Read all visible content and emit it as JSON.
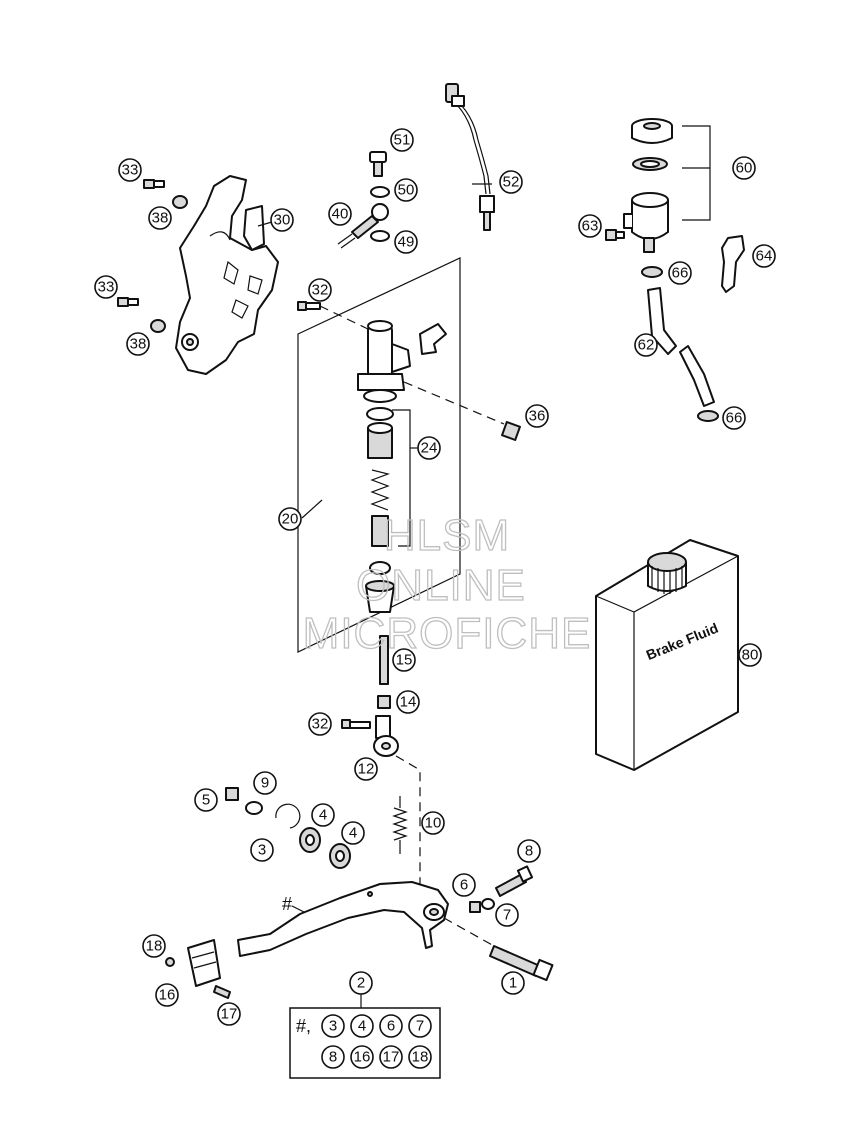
{
  "diagram": {
    "parts": [
      {
        "id": "brake-pedal-pivot-bolt",
        "label": "1"
      },
      {
        "id": "brake-pedal-assembly",
        "label": "2"
      },
      {
        "id": "circlip",
        "label": "3"
      },
      {
        "id": "bearing-left",
        "label": "4"
      },
      {
        "id": "bearing-right",
        "label": "4"
      },
      {
        "id": "nut-upper",
        "label": "5"
      },
      {
        "id": "nut-lower",
        "label": "6"
      },
      {
        "id": "washer-lower",
        "label": "7"
      },
      {
        "id": "adjuster-screw",
        "label": "8"
      },
      {
        "id": "washer-upper",
        "label": "9"
      },
      {
        "id": "return-spring",
        "label": "10"
      },
      {
        "id": "clevis",
        "label": "12"
      },
      {
        "id": "lock-nut",
        "label": "14"
      },
      {
        "id": "push-rod",
        "label": "15"
      },
      {
        "id": "pedal-tip",
        "label": "16"
      },
      {
        "id": "tip-screw",
        "label": "17"
      },
      {
        "id": "tip-nut",
        "label": "18"
      },
      {
        "id": "master-cylinder",
        "label": "20"
      },
      {
        "id": "repair-kit",
        "label": "24"
      },
      {
        "id": "heel-guard",
        "label": "30"
      },
      {
        "id": "bolt-cylinder",
        "label": "32"
      },
      {
        "id": "bolt-clevis",
        "label": "32"
      },
      {
        "id": "bolt-guard-top",
        "label": "33"
      },
      {
        "id": "bolt-guard-bottom",
        "label": "33"
      },
      {
        "id": "cylinder-nut",
        "label": "36"
      },
      {
        "id": "spacer-top",
        "label": "38"
      },
      {
        "id": "spacer-bottom",
        "label": "38"
      },
      {
        "id": "brake-line-end",
        "label": "40"
      },
      {
        "id": "seal-ring-lower",
        "label": "49"
      },
      {
        "id": "seal-ring-upper",
        "label": "50"
      },
      {
        "id": "banjo-bolt",
        "label": "51"
      },
      {
        "id": "brake-light-switch",
        "label": "52"
      },
      {
        "id": "reservoir",
        "label": "60"
      },
      {
        "id": "hose",
        "label": "62"
      },
      {
        "id": "reservoir-screw",
        "label": "63"
      },
      {
        "id": "reservoir-bracket",
        "label": "64"
      },
      {
        "id": "hose-clamp-top",
        "label": "66"
      },
      {
        "id": "hose-clamp-bottom",
        "label": "66"
      },
      {
        "id": "brake-fluid",
        "label": "80"
      }
    ],
    "kit_box": {
      "title_label": "2",
      "row1": {
        "hash_text": "#,",
        "items": [
          "3",
          "4",
          "6",
          "7"
        ]
      },
      "row2": {
        "items": [
          "8",
          "16",
          "17",
          "18"
        ]
      }
    },
    "pedal_marker": "#",
    "bottle_label": "Brake Fluid",
    "watermark": {
      "line1": "HLSM",
      "line2": "ONLINE",
      "line3": "MICROFICHE"
    }
  }
}
